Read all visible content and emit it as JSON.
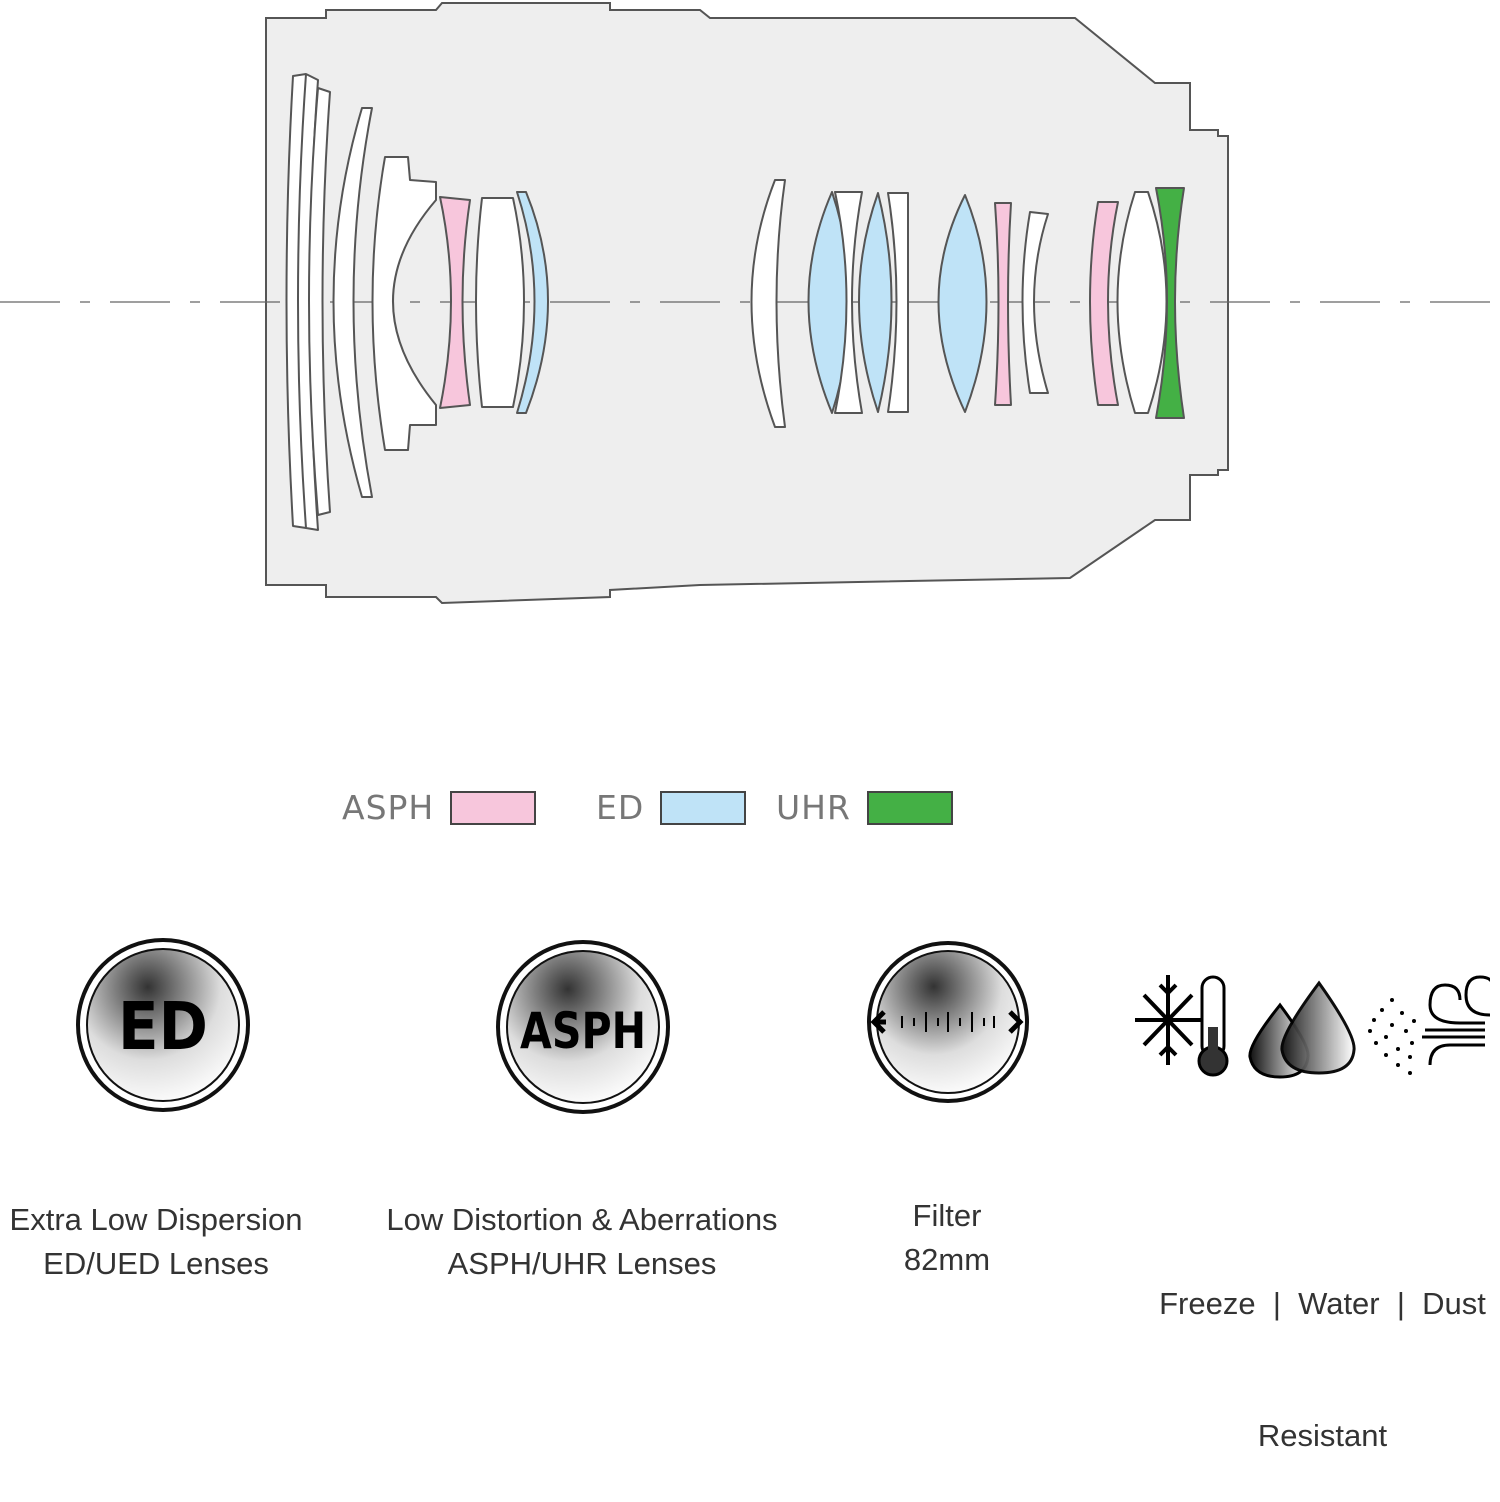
{
  "legend": [
    {
      "label": "ASPH",
      "color": "#f7c6dc"
    },
    {
      "label": "ED",
      "color": "#bfe3f7"
    },
    {
      "label": "UHR",
      "color": "#44b045"
    }
  ],
  "colors": {
    "body": "#eeeeee",
    "outline": "#555555",
    "glass": "#ffffff"
  },
  "badges": {
    "ed": "ED",
    "asph": "ASPH"
  },
  "features": [
    {
      "line1": "Extra Low Dispersion",
      "line2": "ED/UED Lenses"
    },
    {
      "line1": "Low Distortion & Aberrations",
      "line2": "ASPH/UHR Lenses"
    },
    {
      "line1": "Filter",
      "line2": "82mm"
    },
    {
      "line1": "Freeze  |  Water  |  Dust",
      "line2": "Resistant"
    }
  ]
}
